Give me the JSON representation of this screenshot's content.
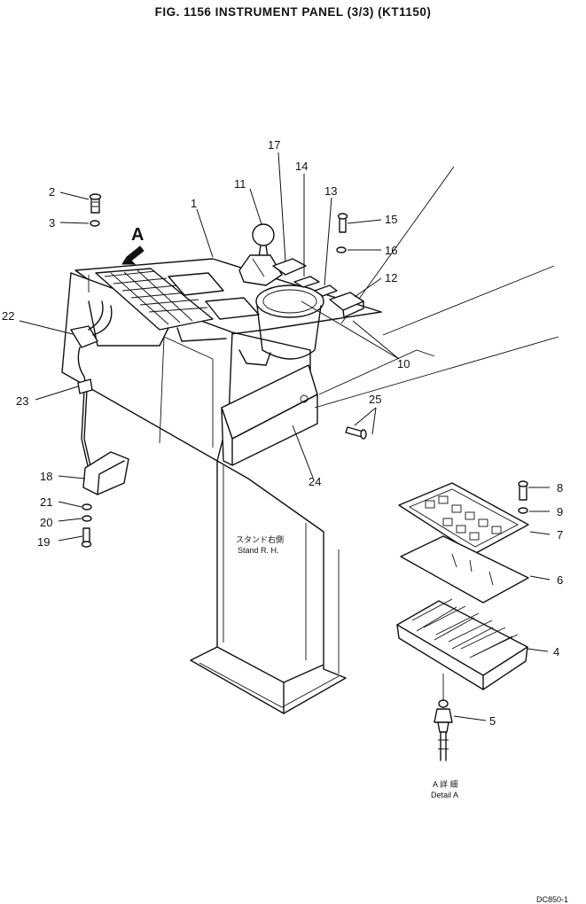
{
  "title": "FIG. 1156   INSTRUMENT PANEL (3/3) (KT1150)",
  "view_marker": "A",
  "stand_label_jp": "スタンド右側",
  "stand_label_en": "Stand  R. H.",
  "detail_label_jp": "A 詳 細",
  "detail_label_en": "Detail  A",
  "corner_code": "DC850-1",
  "callouts": [
    "1",
    "2",
    "3",
    "4",
    "5",
    "6",
    "7",
    "8",
    "9",
    "10",
    "11",
    "12",
    "13",
    "14",
    "15",
    "16",
    "17",
    "18",
    "19",
    "20",
    "21",
    "22",
    "23",
    "24",
    "25"
  ]
}
